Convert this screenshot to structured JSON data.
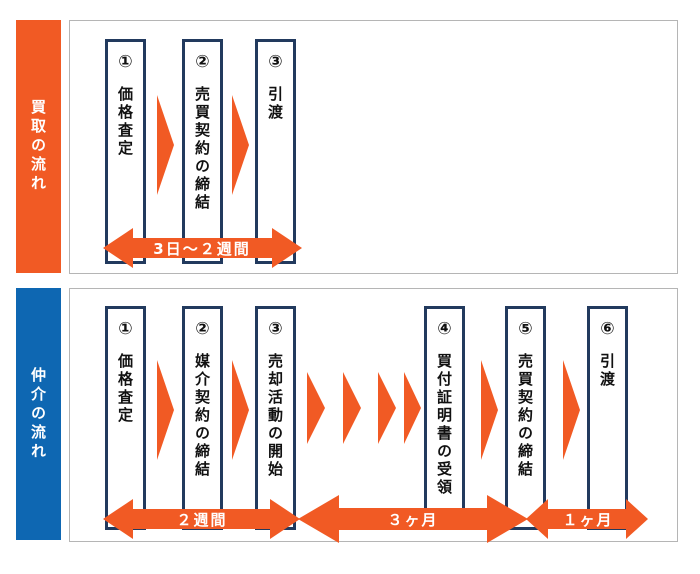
{
  "buy": {
    "side_label": "買取の流れ",
    "steps": [
      {
        "num": "①",
        "label": "価格査定"
      },
      {
        "num": "②",
        "label": "売買契約の締結"
      },
      {
        "num": "③",
        "label": "引渡"
      }
    ],
    "duration": "3日〜２週間"
  },
  "mediation": {
    "side_label": "仲介の流れ",
    "steps": [
      {
        "num": "①",
        "label": "価格査定"
      },
      {
        "num": "②",
        "label": "媒介契約の締結"
      },
      {
        "num": "③",
        "label": "売却活動の開始"
      },
      {
        "num": "④",
        "label": "買付証明書の受領"
      },
      {
        "num": "⑤",
        "label": "売買契約の締結"
      },
      {
        "num": "⑥",
        "label": "引渡"
      }
    ],
    "durations": [
      "２週間",
      "３ヶ月",
      "１ヶ月"
    ]
  },
  "colors": {
    "buy_accent": "#f15a24",
    "mediation_accent": "#0e67b2",
    "box_border": "#223a5e"
  }
}
